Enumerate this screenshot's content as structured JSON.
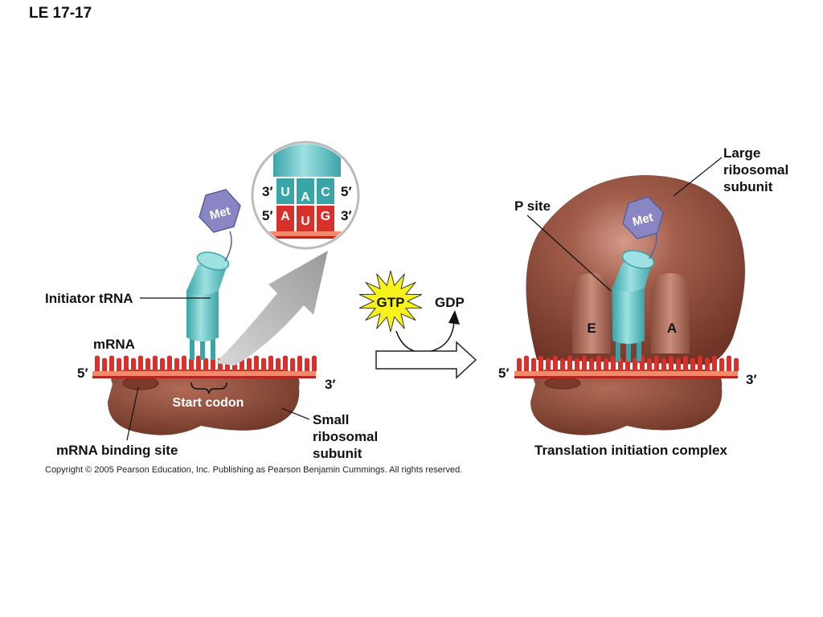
{
  "slide_title": "LE 17-17",
  "left_panel": {
    "met_label": "Met",
    "initiator_trna_label": "Initiator tRNA",
    "mrna_label": "mRNA",
    "five_prime": "5′",
    "three_prime": "3′",
    "start_codon_label": "Start codon",
    "small_subunit_label": [
      "Small",
      "ribosomal",
      "subunit"
    ],
    "mrna_binding_site_label": "mRNA binding site"
  },
  "zoom_inset": {
    "anticodon_left": "3′",
    "anticodon_right": "5′",
    "anticodon": [
      "U",
      "A",
      "C"
    ],
    "codon_left": "5′",
    "codon_right": "3′",
    "codon": [
      "A",
      "U",
      "G"
    ]
  },
  "middle": {
    "gtp_label": "GTP",
    "gdp_label": "GDP"
  },
  "right_panel": {
    "large_subunit_label": [
      "Large",
      "ribosomal",
      "subunit"
    ],
    "p_site_label": "P site",
    "met_label": "Met",
    "e_site_label": "E",
    "a_site_label": "A",
    "five_prime": "5′",
    "three_prime": "3′",
    "caption": "Translation initiation complex"
  },
  "copyright": "Copyright © 2005 Pearson Education, Inc. Publishing as Pearson Benjamin Cummings. All rights reserved.",
  "colors": {
    "ribosome_brown": "#8b4a3a",
    "trna_teal": "#5cc3c6",
    "mrna_red": "#d8302a",
    "met_purple": "#8a86c4",
    "gtp_yellow": "#f7f21a"
  }
}
